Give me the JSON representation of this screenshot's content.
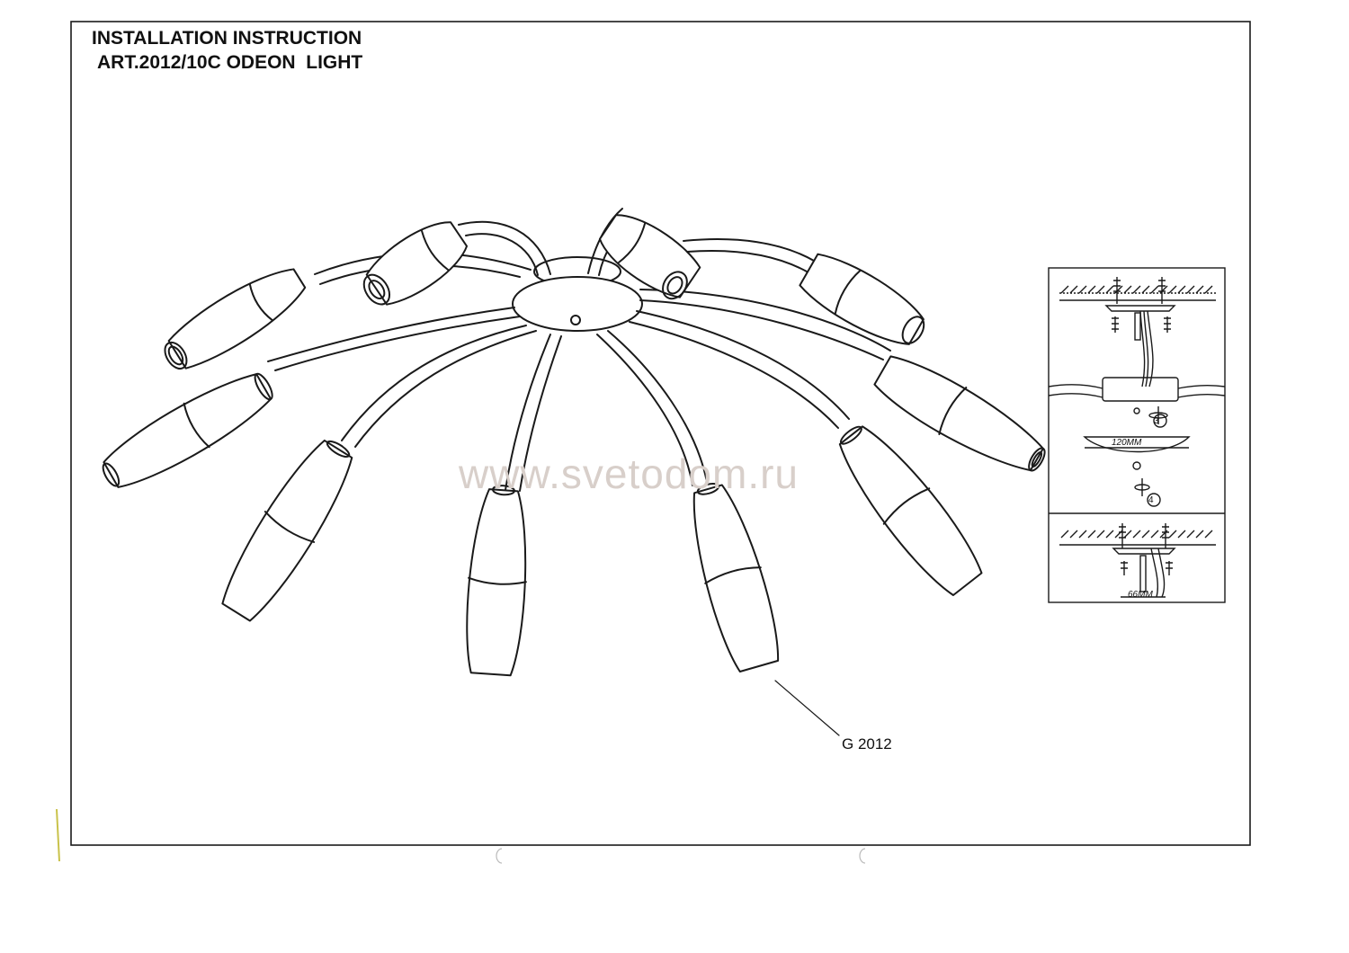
{
  "document": {
    "title_line_1": "INSTALLATION INSTRUCTION",
    "title_line_2": "ART.2012/10C ODEON  LIGHT"
  },
  "watermark": "www.svetodom.ru",
  "callout": {
    "part_label": "G 2012"
  },
  "detail_panel": {
    "dimension_upper": "120MM",
    "dimension_lower": "66MM",
    "step_3": "3",
    "step_4": "4"
  },
  "colors": {
    "line": "#1a1a1a",
    "watermark": "#d8cfca",
    "paper": "#ffffff"
  }
}
